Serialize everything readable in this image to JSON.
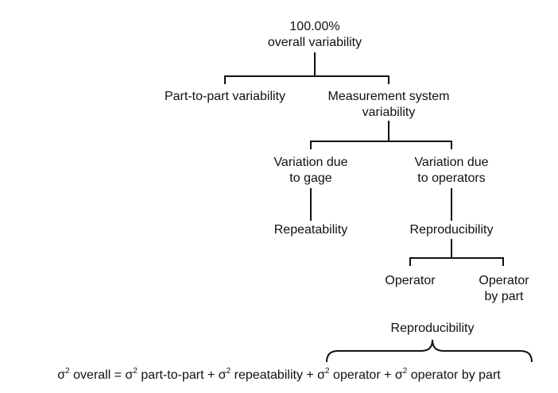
{
  "diagram": {
    "root": {
      "line1": "100.00%",
      "line2": "overall variability"
    },
    "part_to_part": {
      "label": "Part-to-part variability"
    },
    "measurement_system": {
      "line1": "Measurement system",
      "line2": "variability"
    },
    "gage": {
      "line1": "Variation due",
      "line2": "to gage"
    },
    "operators": {
      "line1": "Variation due",
      "line2": "to operators"
    },
    "repeatability": {
      "label": "Repeatability"
    },
    "reproducibility": {
      "label": "Reproducibility"
    },
    "operator": {
      "label": "Operator"
    },
    "operator_by_part": {
      "line1": "Operator",
      "line2": "by part"
    }
  },
  "brace": {
    "label": "Reproducibility"
  },
  "formula": {
    "sigma": "σ",
    "exp": "2",
    "t1": " overall = ",
    "t2": " part-to-part + ",
    "t3": " repeatability + ",
    "t4": " operator + ",
    "t5": " operator by part"
  }
}
